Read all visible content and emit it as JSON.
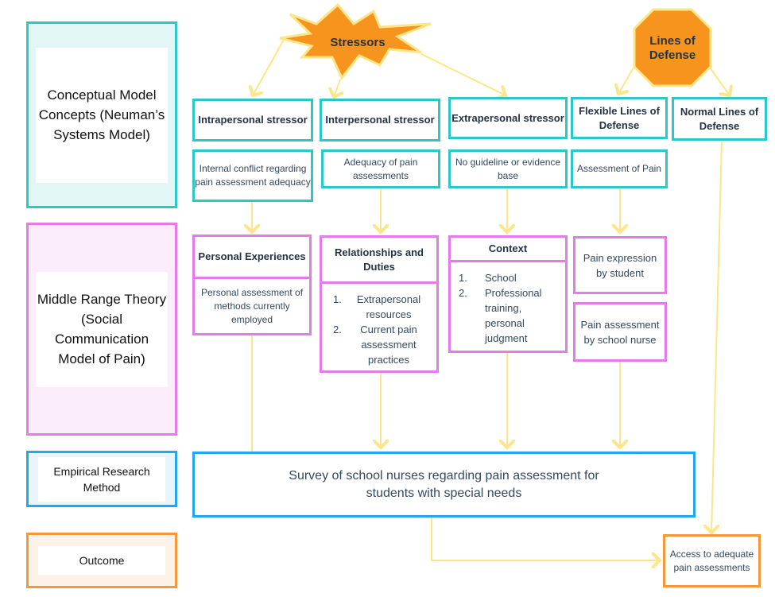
{
  "colors": {
    "teal": "#2cc8c8",
    "pink": "#e47be8",
    "blue": "#22a6ee",
    "orange_border": "#f5983a",
    "shape_fill": "#f7941d",
    "connector": "#fde68a"
  },
  "labels": {
    "conceptual": "Conceptual Model Concepts (Neuman’s Systems Model)",
    "middle_range": "Middle Range Theory (Social Communication Model of Pain)",
    "empirical": "Empirical Research Method",
    "outcome": "Outcome"
  },
  "shapes": {
    "stressors": "Stressors",
    "lines_of_defense": "Lines of Defense"
  },
  "conceptual_row": [
    {
      "header": "Intrapersonal stressor",
      "detail": "Internal conflict regarding pain assessment adequacy"
    },
    {
      "header": "Interpersonal stressor",
      "detail": "Adequacy of pain assessments"
    },
    {
      "header": "Extrapersonal stressor",
      "detail": "No guideline or evidence base"
    },
    {
      "header": "Flexible Lines of Defense",
      "detail": "Assessment of Pain"
    },
    {
      "header": "Normal Lines of Defense"
    }
  ],
  "middle_row": {
    "personal": {
      "header": "Personal Experiences",
      "detail": "Personal assessment of methods currently employed"
    },
    "relationships": {
      "header": "Relationships and Duties",
      "items": [
        {
          "num": "1.",
          "text": "Extrapersonal resources"
        },
        {
          "num": "2.",
          "text": "Current pain assessment practices"
        }
      ]
    },
    "context": {
      "header": "Context",
      "items": [
        {
          "num": "1.",
          "text": "School"
        },
        {
          "num": "2.",
          "text": "Professional training, personal judgment"
        }
      ]
    },
    "pain_expression": "Pain expression by student",
    "pain_assessment": "Pain assessment by school nurse"
  },
  "empirical_box": "Survey of school nurses regarding pain assessment for students with special needs",
  "outcome_box": "Access to adequate pain assessments"
}
